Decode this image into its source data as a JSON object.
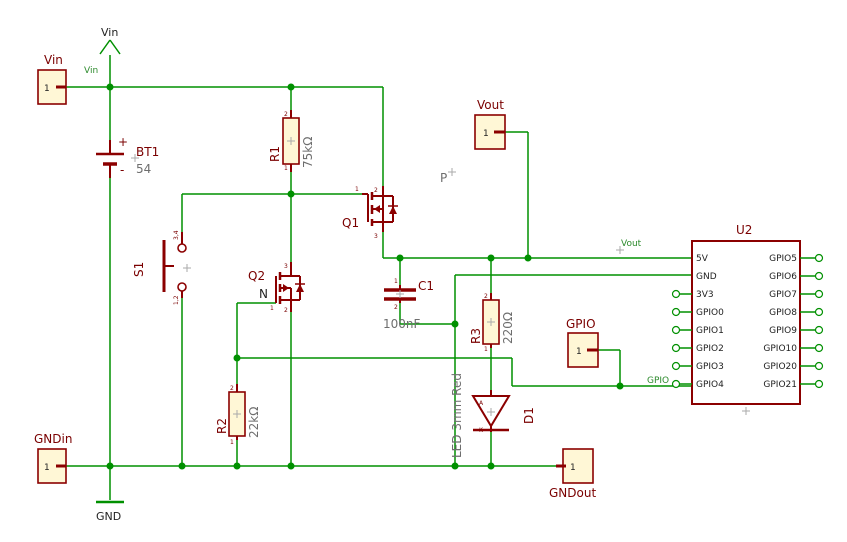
{
  "symbols": {
    "vin_supply": "Vin",
    "gnd_supply": "GND"
  },
  "connectors": {
    "vin": {
      "name": "Vin",
      "pin": "1",
      "net": "Vin"
    },
    "vout": {
      "name": "Vout",
      "pin": "1"
    },
    "gpio": {
      "name": "GPIO",
      "pin": "1"
    },
    "gndin": {
      "name": "GNDin",
      "pin": "1"
    },
    "gndout": {
      "name": "GNDout",
      "pin": "1"
    }
  },
  "components": {
    "bt1": {
      "name": "BT1",
      "value": "54",
      "plus": "+",
      "minus": "-"
    },
    "r1": {
      "name": "R1",
      "value": "75kΩ",
      "pin_top": "2",
      "pin_bottom": "1"
    },
    "r2": {
      "name": "R2",
      "value": "22kΩ",
      "pin_top": "2",
      "pin_bottom": "1"
    },
    "r3": {
      "name": "R3",
      "value": "220Ω",
      "pin_top": "2",
      "pin_bottom": "1"
    },
    "q1": {
      "name": "Q1",
      "pin_gate": "1",
      "pin_source": "2",
      "pin_drain": "3"
    },
    "q2": {
      "name": "Q2",
      "type": "N",
      "pin_gate": "1",
      "pin_drain": "3",
      "pin_source": "2"
    },
    "s1": {
      "name": "S1",
      "pin_top": "3,4",
      "pin_bottom": "1,2"
    },
    "c1": {
      "name": "C1",
      "value": "100nF",
      "pin_top": "1",
      "pin_bottom": "2"
    },
    "d1": {
      "name": "D1",
      "value": "LED 3mm Red",
      "pin_anode": "A",
      "pin_cathode": "K"
    },
    "p": {
      "name": "P"
    }
  },
  "nets": {
    "vout": "Vout",
    "gpio": "GPIO"
  },
  "u2": {
    "name": "U2",
    "left_pins": [
      "5V",
      "GND",
      "3V3",
      "GPIO0",
      "GPIO1",
      "GPIO2",
      "GPIO3",
      "GPIO4"
    ],
    "right_pins": [
      "GPIO5",
      "GPIO6",
      "GPIO7",
      "GPIO8",
      "GPIO9",
      "GPIO10",
      "GPIO20",
      "GPIO21"
    ]
  },
  "colors": {
    "wire": "#009000",
    "component": "#8b0000",
    "connector_fill": "#fff7d6",
    "value_text": "#6e6e6e"
  }
}
